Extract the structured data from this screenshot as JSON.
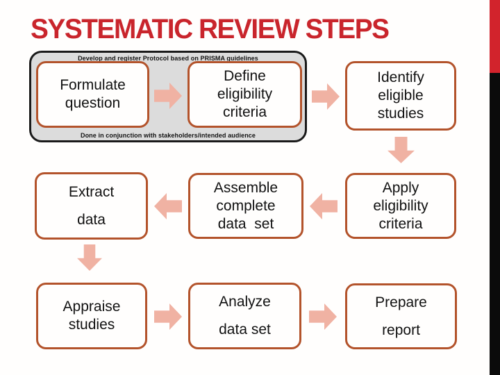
{
  "slide": {
    "title": "SYSTEMATIC REVIEW STEPS"
  },
  "colors": {
    "title_red": "#c9252c",
    "sidebar_red": "#d2232c",
    "sidebar_black": "#0b0b0b",
    "box_border": "#b3532b",
    "arrow_fill": "#f0b2a3",
    "group_fill": "#dcdcdc",
    "group_border": "#1a1a1a"
  },
  "protocol_group": {
    "top_caption": "Develop and register Protocol based on PRISMA guidelines",
    "bottom_caption": "Done in conjunction with stakeholders/intended audience"
  },
  "steps": {
    "formulate": {
      "lines": [
        "Formulate",
        "question"
      ]
    },
    "define": {
      "lines": [
        "Define",
        "eligibility",
        "criteria"
      ]
    },
    "identify": {
      "lines": [
        "Identify",
        "eligible",
        "studies"
      ]
    },
    "extract": {
      "lines": [
        "Extract",
        "data"
      ]
    },
    "assemble": {
      "lines": [
        "Assemble",
        "complete",
        "data  set"
      ]
    },
    "apply": {
      "lines": [
        "Apply",
        "eligibility",
        "criteria"
      ]
    },
    "appraise": {
      "lines": [
        "Appraise",
        "studies"
      ]
    },
    "analyze": {
      "lines": [
        "Analyze",
        "data set"
      ]
    },
    "prepare": {
      "lines": [
        "Prepare",
        "report"
      ]
    }
  },
  "flow": {
    "rows": [
      {
        "sequence": [
          "formulate",
          "define",
          "identify"
        ],
        "arrow_direction": "right"
      },
      {
        "sequence": [
          "apply",
          "assemble",
          "extract"
        ],
        "arrow_direction": "left"
      },
      {
        "sequence": [
          "appraise",
          "analyze",
          "prepare"
        ],
        "arrow_direction": "right"
      }
    ],
    "connectors_down": [
      "identify-to-apply",
      "extract-to-appraise"
    ]
  }
}
